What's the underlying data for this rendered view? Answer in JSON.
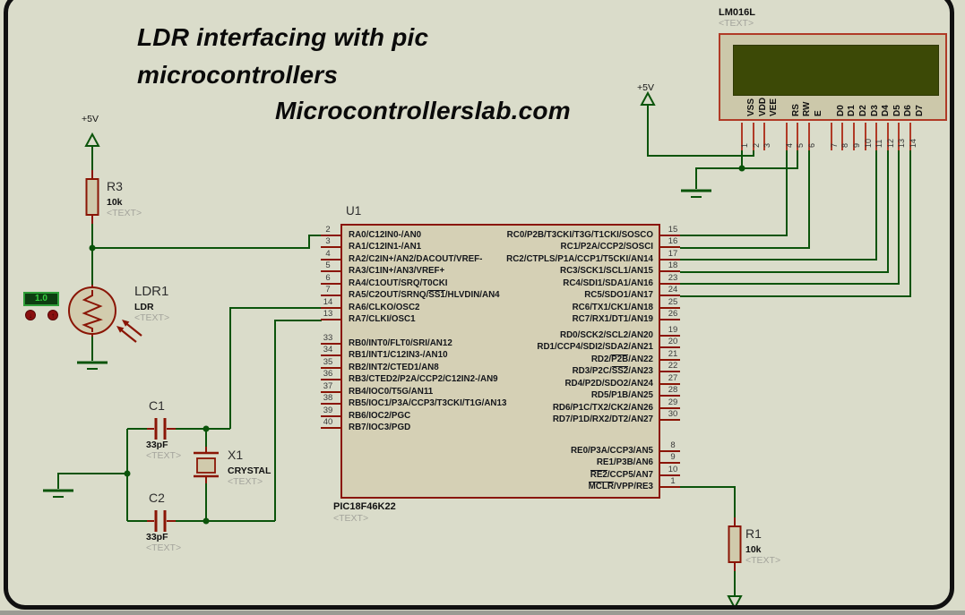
{
  "title": {
    "line1": "LDR interfacing with pic",
    "line2": "microcontrollers",
    "line3": "Microcontrollerslab.com"
  },
  "power": {
    "left_label": "+5V",
    "lcd_label": "+5V"
  },
  "chip": {
    "ref": "U1",
    "part": "PIC18F46K22",
    "placeholder": "<TEXT>",
    "groups": [
      {
        "id": "porta",
        "pins": [
          [
            "2",
            "RA0/C12IN0-/AN0"
          ],
          [
            "3",
            "RA1/C12IN1-/AN1"
          ],
          [
            "4",
            "RA2/C2IN+/AN2/DACOUT/VREF-"
          ],
          [
            "5",
            "RA3/C1IN+/AN3/VREF+"
          ],
          [
            "6",
            "RA4/C1OUT/SRQ/T0CKI"
          ],
          [
            "7",
            "RA5/C2OUT/SRNQ/{SS1}/HLVDIN/AN4"
          ],
          [
            "14",
            "RA6/CLKO/OSC2"
          ],
          [
            "13",
            "RA7/CLKI/OSC1"
          ]
        ]
      },
      {
        "id": "portb",
        "pins": [
          [
            "33",
            "RB0/INT0/FLT0/SRI/AN12"
          ],
          [
            "34",
            "RB1/INT1/C12IN3-/AN10"
          ],
          [
            "35",
            "RB2/INT2/CTED1/AN8"
          ],
          [
            "36",
            "RB3/CTED2/P2A/CCP2/C12IN2-/AN9"
          ],
          [
            "37",
            "RB4/IOC0/T5G/AN11"
          ],
          [
            "38",
            "RB5/IOC1/P3A/CCP3/T3CKI/T1G/AN13"
          ],
          [
            "39",
            "RB6/IOC2/PGC"
          ],
          [
            "40",
            "RB7/IOC3/PGD"
          ]
        ]
      },
      {
        "id": "portc",
        "pins": [
          [
            "15",
            "RC0/P2B/T3CKI/T3G/T1CKI/SOSCO"
          ],
          [
            "16",
            "RC1/P2A/CCP2/SOSCI"
          ],
          [
            "17",
            "RC2/CTPLS/P1A/CCP1/T5CKI/AN14"
          ],
          [
            "18",
            "RC3/SCK1/SCL1/AN15"
          ],
          [
            "23",
            "RC4/SDI1/SDA1/AN16"
          ],
          [
            "24",
            "RC5/SDO1/AN17"
          ],
          [
            "25",
            "RC6/TX1/CK1/AN18"
          ],
          [
            "26",
            "RC7/RX1/DT1/AN19"
          ]
        ]
      },
      {
        "id": "portd",
        "pins": [
          [
            "19",
            "RD0/SCK2/SCL2/AN20"
          ],
          [
            "20",
            "RD1/CCP4/SDI2/SDA2/AN21"
          ],
          [
            "21",
            "RD2/{P2B}/AN22"
          ],
          [
            "22",
            "RD3/P2C/{SS2}/AN23"
          ],
          [
            "27",
            "RD4/P2D/SDO2/AN24"
          ],
          [
            "28",
            "RD5/P1B/AN25"
          ],
          [
            "29",
            "RD6/P1C/TX2/CK2/AN26"
          ],
          [
            "30",
            "RD7/P1D/RX2/DT2/AN27"
          ]
        ]
      },
      {
        "id": "porte",
        "pins": [
          [
            "8",
            "RE0/P3A/CCP3/AN5"
          ],
          [
            "9",
            "RE1/P3B/AN6"
          ],
          [
            "10",
            "{RE2}/CCP5/AN7"
          ],
          [
            "1",
            "{MCLR}/VPP/RE3"
          ]
        ]
      }
    ]
  },
  "lcd": {
    "ref": "LM016L",
    "placeholder": "<TEXT>",
    "pins": [
      [
        "1",
        "VSS"
      ],
      [
        "2",
        "VDD"
      ],
      [
        "3",
        "VEE"
      ],
      [
        "4",
        "RS"
      ],
      [
        "5",
        "RW"
      ],
      [
        "6",
        "E"
      ],
      [
        "7",
        "D0"
      ],
      [
        "8",
        "D1"
      ],
      [
        "9",
        "D2"
      ],
      [
        "10",
        "D3"
      ],
      [
        "11",
        "D4"
      ],
      [
        "12",
        "D5"
      ],
      [
        "13",
        "D6"
      ],
      [
        "14",
        "D7"
      ]
    ]
  },
  "components": [
    {
      "id": "r3",
      "ref": "R3",
      "value": "10k",
      "placeholder": "<TEXT>"
    },
    {
      "id": "ldr1",
      "ref": "LDR1",
      "value": "LDR",
      "placeholder": "<TEXT>"
    },
    {
      "id": "c1",
      "ref": "C1",
      "value": "33pF",
      "placeholder": "<TEXT>"
    },
    {
      "id": "c2",
      "ref": "C2",
      "value": "33pF",
      "placeholder": "<TEXT>"
    },
    {
      "id": "x1",
      "ref": "X1",
      "value": "CRYSTAL",
      "placeholder": "<TEXT>"
    },
    {
      "id": "r1",
      "ref": "R1",
      "value": "10k",
      "placeholder": "<TEXT>"
    }
  ],
  "ldr_control": {
    "value": "1.0"
  },
  "colors": {
    "background": "#dadcca",
    "wire_green": "#0b540b",
    "component_red": "#8a1505",
    "lcd_red": "#b03a26",
    "lcd_screen": "#3c4906",
    "component_fill": "#d0caac"
  }
}
